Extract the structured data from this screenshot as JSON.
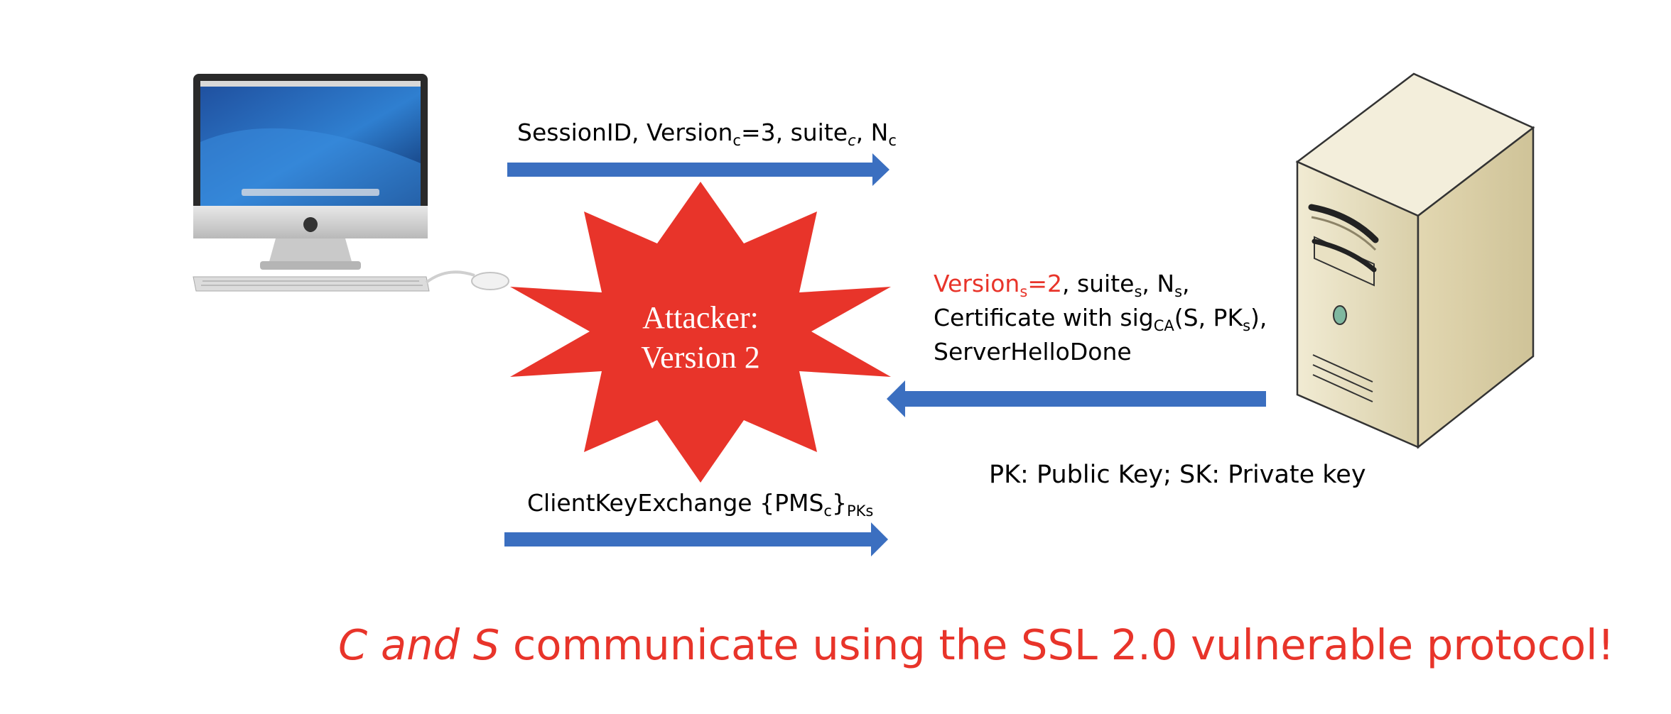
{
  "client_to_server": {
    "text": "SessionID, Version",
    "version_sub": "c",
    "version_value": "=3, suite",
    "suite_sub": "c",
    "sep": ", N",
    "nonce_sub": "c"
  },
  "attacker": {
    "line1": "Attacker:",
    "line2": "Version 2"
  },
  "server_to_client": {
    "version": "Version",
    "version_sub": "s",
    "version_value": "=2",
    "suite": ", suite",
    "suite_sub": "s",
    "nonce": ", N",
    "nonce_sub": "s",
    "nonce_end": ",",
    "cert_text": "Certificate with sig",
    "cert_sub": "CA",
    "cert_args": "(S, PK",
    "cert_args_sub": "s",
    "cert_end": "),",
    "done": "ServerHelloDone"
  },
  "key_note": "PK: Public Key; SK: Private key",
  "client_key_exchange": {
    "text": "ClientKeyExchange {PMS",
    "pms_sub": "c",
    "close": "}",
    "pk_sub": "PKs"
  },
  "conclusion": {
    "italic": "C and S",
    "rest": " communicate using the SSL 2.0 vulnerable protocol!"
  },
  "colors": {
    "arrow": "#3b6fc0",
    "accent_red": "#e8342a",
    "server_body": "#e7dfc4"
  },
  "icons": {
    "client": "desktop-computer-icon",
    "server": "server-tower-icon"
  }
}
